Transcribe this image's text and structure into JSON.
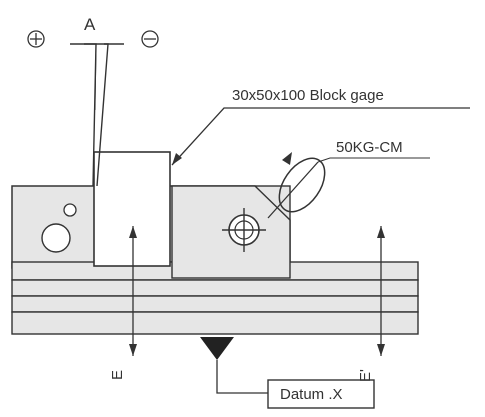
{
  "labels": {
    "point": "A",
    "plus": "⊕",
    "minus": "⊖",
    "block_gage": "30x50x100 Block gage",
    "torque": "50KG-CM",
    "e_left": "E",
    "e_right": "E'",
    "datum": "Datum .X"
  },
  "colors": {
    "line": "#333333",
    "fill_light": "#e6e6e6",
    "fill_white": "#ffffff",
    "datum_triangle": "#222222"
  },
  "icons": {
    "plus": "circled-plus-icon",
    "minus": "circled-minus-icon",
    "hole": "crosshair-hole-icon"
  }
}
